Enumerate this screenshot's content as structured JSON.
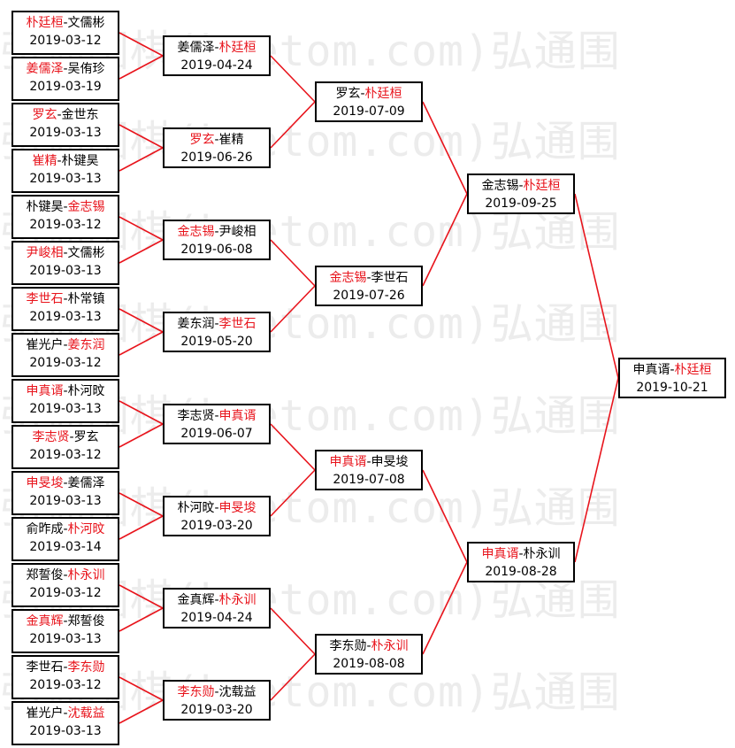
{
  "watermark": [
    "弘通围棋(hoetom.com)弘通围",
    "弘通围棋(hoetom.com)弘通围",
    "弘通围棋(hoetom.com)弘通围",
    "弘通围棋(hoetom.com)弘通围",
    "弘通围棋(hoetom.com)弘通围",
    "弘通围棋(hoetom.com)弘通围",
    "弘通围棋(hoetom.com)弘通围",
    "弘通围棋(hoetom.com)弘通围"
  ],
  "rounds": [
    [
      {
        "p1": "朴廷桓",
        "p2": "文儒彬",
        "date": "2019-03-12",
        "winner": 1
      },
      {
        "p1": "姜儒泽",
        "p2": "吴侑珍",
        "date": "2019-03-19",
        "winner": 1
      },
      {
        "p1": "罗玄",
        "p2": "金世东",
        "date": "2019-03-13",
        "winner": 1
      },
      {
        "p1": "崔精",
        "p2": "朴键昊",
        "date": "2019-03-13",
        "winner": 1
      },
      {
        "p1": "朴键昊",
        "p2": "金志锡",
        "date": "2019-03-12",
        "winner": 2
      },
      {
        "p1": "尹峻相",
        "p2": "文儒彬",
        "date": "2019-03-13",
        "winner": 1
      },
      {
        "p1": "李世石",
        "p2": "朴常镇",
        "date": "2019-03-13",
        "winner": 1
      },
      {
        "p1": "崔光户",
        "p2": "姜东润",
        "date": "2019-03-12",
        "winner": 2
      },
      {
        "p1": "申真谞",
        "p2": "朴河旼",
        "date": "2019-03-13",
        "winner": 1
      },
      {
        "p1": "李志贤",
        "p2": "罗玄",
        "date": "2019-03-12",
        "winner": 1
      },
      {
        "p1": "申旻埈",
        "p2": "姜儒泽",
        "date": "2019-03-13",
        "winner": 1
      },
      {
        "p1": "俞昨成",
        "p2": "朴河旼",
        "date": "2019-03-14",
        "winner": 2
      },
      {
        "p1": "郑誓俊",
        "p2": "朴永训",
        "date": "2019-03-12",
        "winner": 2
      },
      {
        "p1": "金真辉",
        "p2": "郑誓俊",
        "date": "2019-03-13",
        "winner": 1
      },
      {
        "p1": "李世石",
        "p2": "李东勋",
        "date": "2019-03-12",
        "winner": 2
      },
      {
        "p1": "崔光户",
        "p2": "沈载益",
        "date": "2019-03-13",
        "winner": 2
      }
    ],
    [
      {
        "p1": "姜儒泽",
        "p2": "朴廷桓",
        "date": "2019-04-24",
        "winner": 2
      },
      {
        "p1": "罗玄",
        "p2": "崔精",
        "date": "2019-06-26",
        "winner": 1
      },
      {
        "p1": "金志锡",
        "p2": "尹峻相",
        "date": "2019-06-08",
        "winner": 1
      },
      {
        "p1": "姜东润",
        "p2": "李世石",
        "date": "2019-05-20",
        "winner": 2
      },
      {
        "p1": "李志贤",
        "p2": "申真谞",
        "date": "2019-06-07",
        "winner": 2
      },
      {
        "p1": "朴河旼",
        "p2": "申旻埈",
        "date": "2019-03-20",
        "winner": 2
      },
      {
        "p1": "金真辉",
        "p2": "朴永训",
        "date": "2019-04-24",
        "winner": 2
      },
      {
        "p1": "李东勋",
        "p2": "沈载益",
        "date": "2019-03-20",
        "winner": 1
      }
    ],
    [
      {
        "p1": "罗玄",
        "p2": "朴廷桓",
        "date": "2019-07-09",
        "winner": 2
      },
      {
        "p1": "金志锡",
        "p2": "李世石",
        "date": "2019-07-26",
        "winner": 1
      },
      {
        "p1": "申真谞",
        "p2": "申旻埈",
        "date": "2019-07-08",
        "winner": 1
      },
      {
        "p1": "李东勋",
        "p2": "朴永训",
        "date": "2019-08-08",
        "winner": 2
      }
    ],
    [
      {
        "p1": "金志锡",
        "p2": "朴廷桓",
        "date": "2019-09-25",
        "winner": 2
      },
      {
        "p1": "申真谞",
        "p2": "朴永训",
        "date": "2019-08-28",
        "winner": 1
      }
    ],
    [
      {
        "p1": "申真谞",
        "p2": "朴廷桓",
        "date": "2019-10-21",
        "winner": 2
      }
    ]
  ],
  "colors": {
    "winner": "#e8141c",
    "connector": "#e8141c",
    "border": "#000000"
  }
}
